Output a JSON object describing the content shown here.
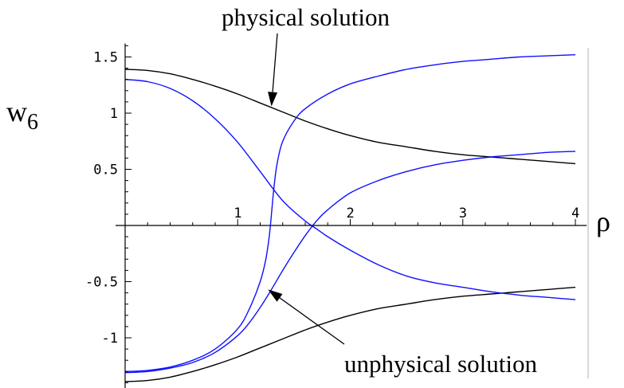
{
  "chart_data": {
    "type": "line",
    "title": "",
    "xlabel": "ρ",
    "ylabel": "w",
    "ylabel_subscript": "6",
    "xlim": [
      0,
      4.1
    ],
    "ylim": [
      -1.48,
      1.62
    ],
    "grid": false,
    "legend": "none",
    "x_ticks": [
      {
        "value": 1,
        "label": "1"
      },
      {
        "value": 2,
        "label": "2"
      },
      {
        "value": 3,
        "label": "3"
      },
      {
        "value": 4,
        "label": "4"
      }
    ],
    "y_ticks": [
      {
        "value": 1.5,
        "label": "1.5"
      },
      {
        "value": 1,
        "label": "1"
      },
      {
        "value": 0.5,
        "label": "0.5"
      },
      {
        "value": -0.5,
        "label": "-0.5"
      },
      {
        "value": -1,
        "label": "-1"
      }
    ],
    "series": [
      {
        "color": "#000000",
        "x": [
          0,
          0.2,
          0.4,
          0.6,
          0.8,
          1.0,
          1.2,
          1.4,
          1.6,
          1.8,
          2.0,
          2.25,
          2.5,
          2.75,
          3.0,
          3.25,
          3.5,
          3.75,
          4.0
        ],
        "y": [
          1.39,
          1.38,
          1.35,
          1.3,
          1.24,
          1.17,
          1.09,
          1.01,
          0.93,
          0.86,
          0.8,
          0.74,
          0.7,
          0.66,
          0.63,
          0.61,
          0.59,
          0.57,
          0.55
        ]
      },
      {
        "color": "#000000",
        "x": [
          0,
          0.2,
          0.4,
          0.6,
          0.8,
          1.0,
          1.2,
          1.4,
          1.6,
          1.8,
          2.0,
          2.25,
          2.5,
          2.75,
          3.0,
          3.25,
          3.5,
          3.75,
          4.0
        ],
        "y": [
          -1.39,
          -1.38,
          -1.35,
          -1.3,
          -1.24,
          -1.17,
          -1.09,
          -1.01,
          -0.93,
          -0.86,
          -0.8,
          -0.74,
          -0.7,
          -0.66,
          -0.63,
          -0.61,
          -0.59,
          -0.57,
          -0.55
        ]
      },
      {
        "color": "#1010ff",
        "x": [
          0,
          0.2,
          0.4,
          0.6,
          0.8,
          1.0,
          1.2,
          1.4,
          1.6,
          1.7,
          1.8,
          2.0,
          2.25,
          2.5,
          2.75,
          3.0,
          3.25,
          3.5,
          3.75,
          4.0
        ],
        "y": [
          1.3,
          1.28,
          1.22,
          1.11,
          0.95,
          0.74,
          0.48,
          0.22,
          0.04,
          -0.03,
          -0.1,
          -0.22,
          -0.35,
          -0.45,
          -0.51,
          -0.55,
          -0.59,
          -0.62,
          -0.64,
          -0.66
        ]
      },
      {
        "color": "#1010ff",
        "x": [
          0,
          0.2,
          0.4,
          0.6,
          0.8,
          1.0,
          1.1,
          1.2,
          1.25,
          1.28,
          1.3,
          1.32,
          1.35,
          1.4,
          1.5,
          1.6,
          1.8,
          2.0,
          2.25,
          2.5,
          2.75,
          3.0,
          3.25,
          3.5,
          3.75,
          4.0
        ],
        "y": [
          -1.3,
          -1.29,
          -1.26,
          -1.2,
          -1.1,
          -0.92,
          -0.75,
          -0.5,
          -0.3,
          -0.1,
          0.1,
          0.32,
          0.55,
          0.75,
          0.93,
          1.04,
          1.17,
          1.26,
          1.33,
          1.39,
          1.43,
          1.46,
          1.48,
          1.5,
          1.51,
          1.52
        ]
      },
      {
        "color": "#1010ff",
        "x": [
          0,
          0.2,
          0.4,
          0.6,
          0.8,
          1.0,
          1.1,
          1.2,
          1.3,
          1.4,
          1.5,
          1.6,
          1.7,
          1.8,
          2.0,
          2.25,
          2.5,
          2.75,
          3.0,
          3.25,
          3.5,
          3.75,
          4.0
        ],
        "y": [
          -1.31,
          -1.3,
          -1.27,
          -1.22,
          -1.13,
          -0.98,
          -0.87,
          -0.73,
          -0.57,
          -0.4,
          -0.24,
          -0.09,
          0.04,
          0.14,
          0.29,
          0.4,
          0.48,
          0.54,
          0.58,
          0.61,
          0.63,
          0.65,
          0.66
        ]
      }
    ],
    "annotations": [
      {
        "text": "physical solution",
        "point": [
          1.3,
          1.06
        ]
      },
      {
        "text": "unphysical solution",
        "point": [
          1.27,
          -0.57
        ]
      }
    ]
  }
}
